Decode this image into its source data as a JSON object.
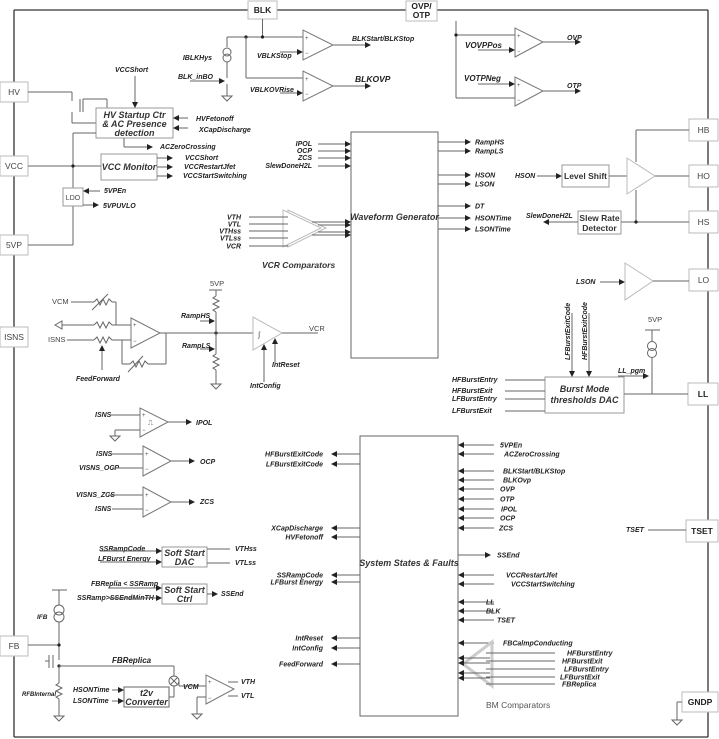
{
  "pins": {
    "blk": "BLK",
    "ovp_otp_1": "OVP/",
    "ovp_otp_2": "OTP",
    "hv": "HV",
    "vcc": "VCC",
    "5vp": "5VP",
    "isns": "ISNS",
    "fb": "FB",
    "hb": "HB",
    "ho": "HO",
    "hs": "HS",
    "lo": "LO",
    "ll": "LL",
    "tset": "TSET",
    "gndp": "GNDP"
  },
  "blocks": {
    "hv_startup": [
      "HV Startup Ctr",
      "& AC Presence",
      "detection"
    ],
    "vcc_monitor": "VCC Monitor",
    "ldo": "LDO",
    "waveform_generator": "Waveform Generator",
    "level_shift": "Level Shift",
    "slew_rate": [
      "Slew Rate",
      "Detector"
    ],
    "burst_mode": [
      "Burst Mode",
      "thresholds DAC"
    ],
    "system_states": "System States & Faults",
    "soft_start_dac": [
      "Soft Start",
      "DAC"
    ],
    "soft_start_ctrl": [
      "Soft Start",
      "Ctrl"
    ],
    "t2v": [
      "t2v",
      "Converter"
    ]
  },
  "captions": {
    "vcr_comparators": "VCR Comparators",
    "bm_comparators": "BM Comparators"
  },
  "blk_section": {
    "i_blkhys": "IBLKHys",
    "blk_inbo": "BLK_inBO",
    "v_blkstop": "VBLKStop",
    "v_blkovrise": "VBLKOVRise",
    "out_start_stop": "BLKStart/BLKStop",
    "out_blkovp": "BLKOVP"
  },
  "ovp_section": {
    "vovp": "VOVPPos",
    "votp": "VOTPNeg",
    "out_ovp": "OVP",
    "out_otp": "OTP"
  },
  "hv_section": {
    "vccshort_in": "VCCShort",
    "hvfetonoff": "HVFetonoff",
    "xcapdischarge": "XCapDischarge",
    "aczerocrossing": "ACZeroCrossing",
    "vcc_out": [
      "VCCShort",
      "VCCRestartJfet",
      "VCCStartSwitching"
    ],
    "ldo_in": "5VPEn",
    "ldo_out": "5VPUVLO"
  },
  "waveform": {
    "inputs_top": [
      "IPOL",
      "OCP",
      "ZCS",
      "SlewDoneH2L"
    ],
    "vcr_inputs": [
      "VTH",
      "VTL",
      "VTHss",
      "VTLss",
      "VCR"
    ],
    "outputs": [
      "RampHS",
      "RampLS",
      "HSON",
      "LSON",
      "DT",
      "HSONTime",
      "LSONTime"
    ]
  },
  "driver": {
    "hson": "HSON",
    "slewdone": "SlewDoneH2L",
    "lson": "LSON"
  },
  "isns_section": {
    "vcm": "VCM",
    "isns": "ISNS",
    "feedforward": "FeedForward",
    "5vp": "5VP",
    "ramphs": "RampHS",
    "rampls": "RampLS",
    "vcr": "VCR",
    "intreset": "IntReset",
    "intconfig": "IntConfig",
    "integrator": "∫"
  },
  "comparators": {
    "ipol_in": "ISNS",
    "ipol_out": "IPOL",
    "ocp_in1": "ISNS",
    "ocp_in2": "VISNS_OCP",
    "ocp_out": "OCP",
    "zcs_in1": "VISNS_ZCS",
    "zcs_in2": "ISNS",
    "zcs_out": "ZCS"
  },
  "burst": {
    "codes": [
      "LFBurstExitCode",
      "HFBurstExitCode"
    ],
    "inputs": [
      "HFBurstEntry",
      "HFBurstExit",
      "LFBurstEntry",
      "LFBurstExit"
    ],
    "5vp": "5VP",
    "ll_pgm": "LL_pgm"
  },
  "system": {
    "left_out": [
      "HFBurstExitCode",
      "LFBurstExitCode",
      "XCapDischarge",
      "HVFetonoff",
      "SSRampCode",
      "LFBurst Energy",
      "IntReset",
      "IntConfig",
      "FeedForward"
    ],
    "right_in": [
      "5VPEn",
      "ACZeroCrossing",
      "BLKStart/BLKStop",
      "BLKOvp",
      "OVP",
      "OTP",
      "IPOL",
      "OCP",
      "ZCS",
      "SSEnd",
      "VCCRestartJfet",
      "VCCStartSwitching",
      "LL",
      "BLK",
      "TSET",
      "FBCalmpConducting"
    ],
    "bm_inputs": [
      "HFBurstEntry",
      "HFBurstExit",
      "LFBurstEntry",
      "LFBurstExit",
      "FBReplica"
    ],
    "tset": "TSET"
  },
  "softstart": {
    "dac_in": [
      "SSRampCode",
      "LFBurst Energy"
    ],
    "dac_out": [
      "VTHss",
      "VTLss"
    ],
    "ctrl_in": [
      "FBReplia < SSRamp",
      "SSRamp>SSEndMinTH"
    ],
    "ctrl_out": "SSEnd"
  },
  "fb_section": {
    "ifb": "IFB",
    "rfb": "RFBInternal",
    "fbreplica": "FBReplica",
    "hsontime": "HSONTime",
    "lsontime": "LSONTime",
    "vcm": "VCM",
    "vth": "VTH",
    "vtl": "VTL"
  }
}
